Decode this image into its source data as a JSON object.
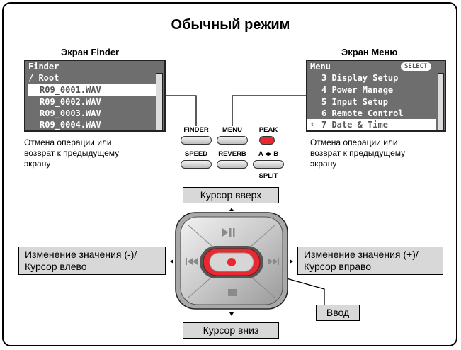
{
  "title": "Обычный режим",
  "finder_screen": {
    "title": "Экран Finder",
    "header": "Finder",
    "rows": [
      "/  Root",
      "R09_0001.WAV",
      "R09_0002.WAV",
      "R09_0003.WAV",
      "R09_0004.WAV"
    ],
    "selected_index": 1
  },
  "menu_screen": {
    "title": "Экран Меню",
    "header": "Menu",
    "select_badge": "SELECT",
    "rows": [
      "3 Display Setup",
      "4 Power Manage",
      "5 Input Setup",
      "6 Remote Control",
      "7 Date & Time"
    ],
    "selected_index": 4
  },
  "left_desc": [
    "Отмена операции или",
    "возврат к предыдущему",
    "экрану"
  ],
  "right_desc": [
    "Отмена операции или",
    "возврат к предыдущему",
    "экрану"
  ],
  "buttons": {
    "finder": "FINDER",
    "menu": "MENU",
    "peak": "PEAK",
    "speed": "SPEED",
    "reverb": "REVERB",
    "ab": "A ◂▸ B",
    "split": "SPLIT"
  },
  "captions": {
    "up": "Курсор вверх",
    "down": "Курсор вниз",
    "left": [
      "Изменение значения (-)/",
      "Курсор влево"
    ],
    "right": [
      "Изменение значения (+)/",
      "Курсор вправо"
    ],
    "enter": "Ввод"
  },
  "colors": {
    "record": "#e8292f",
    "lcd_bg": "#6e6e6e"
  }
}
